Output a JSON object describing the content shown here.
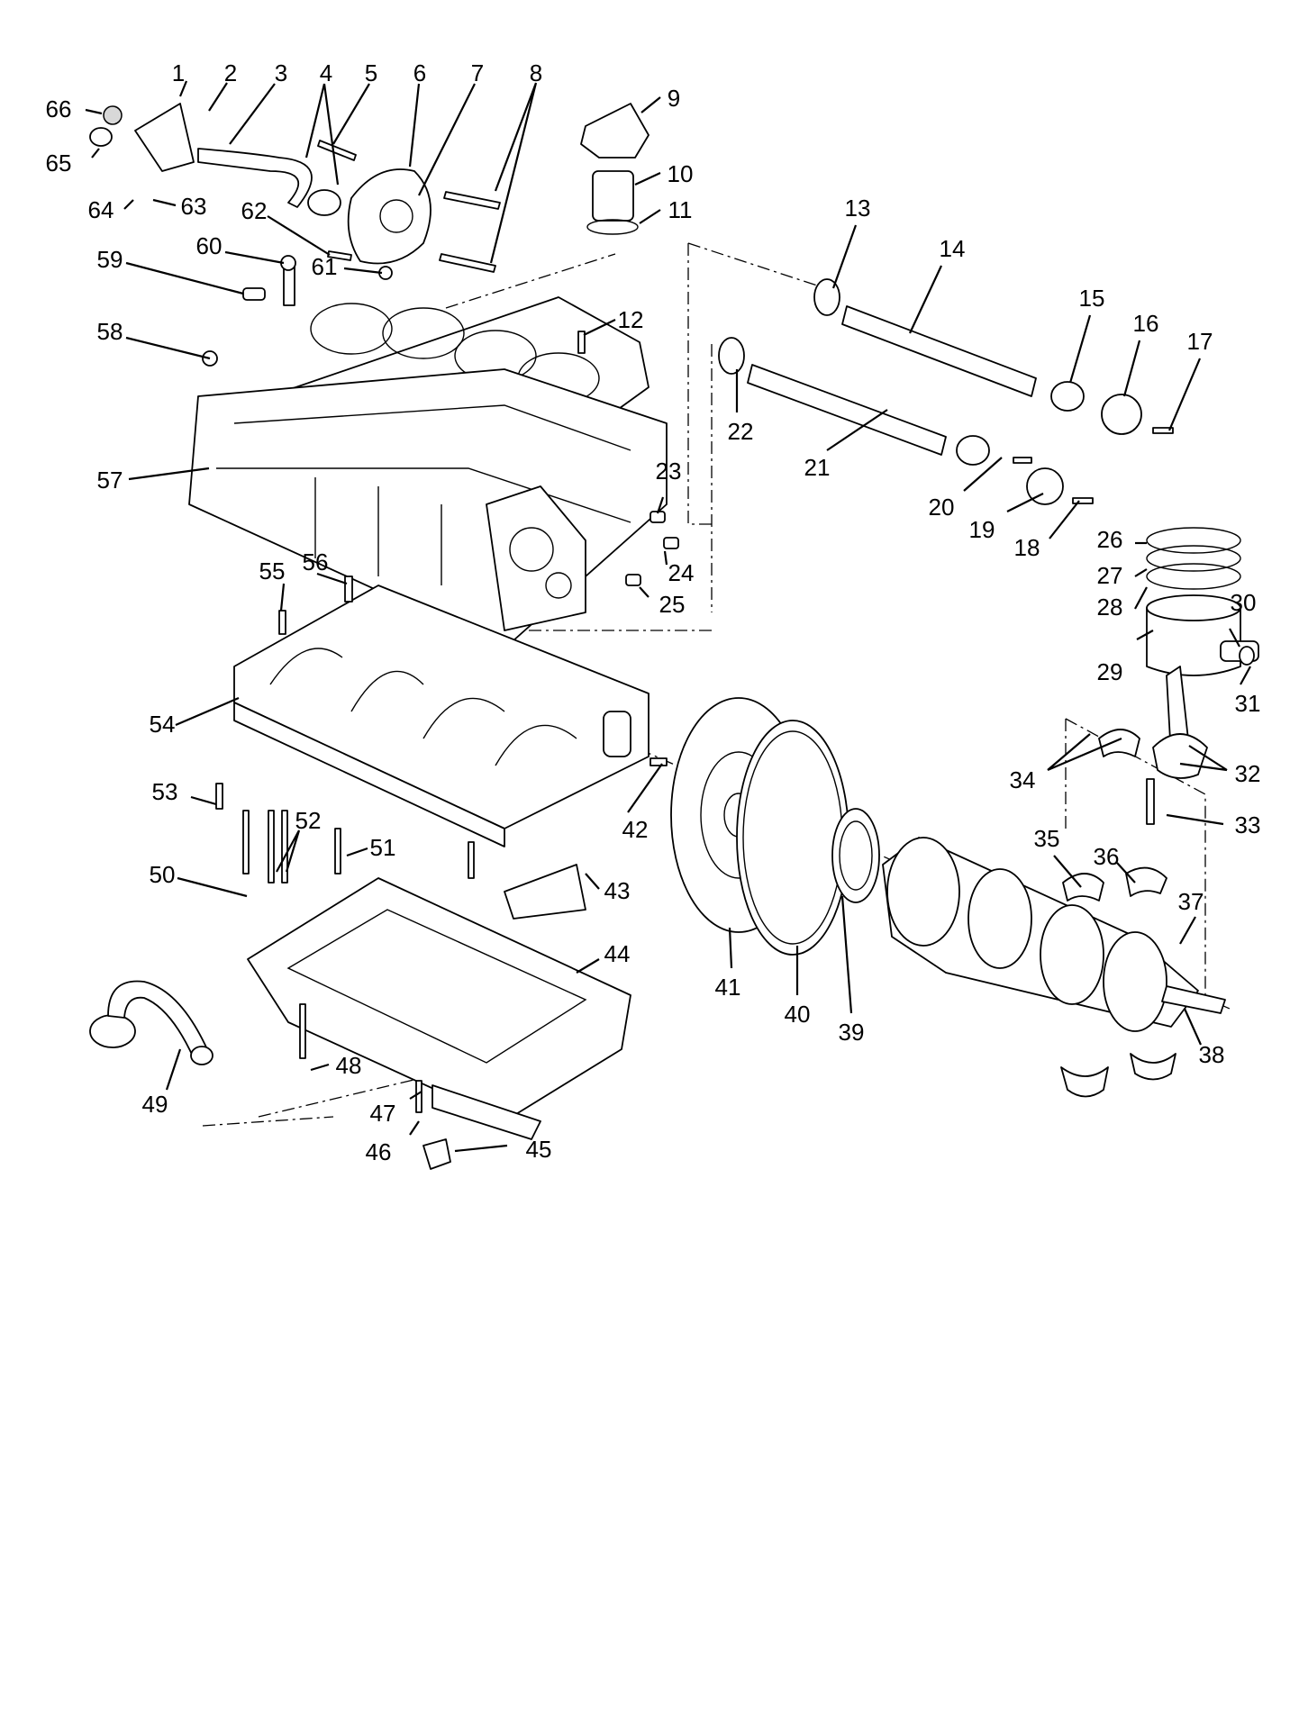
{
  "callouts": [
    "1",
    "2",
    "3",
    "4",
    "5",
    "6",
    "7",
    "8",
    "9",
    "10",
    "11",
    "12",
    "13",
    "14",
    "15",
    "16",
    "17",
    "18",
    "19",
    "20",
    "21",
    "22",
    "23",
    "24",
    "25",
    "26",
    "27",
    "28",
    "29",
    "30",
    "31",
    "32",
    "33",
    "34",
    "35",
    "36",
    "37",
    "38",
    "39",
    "40",
    "41",
    "42",
    "43",
    "44",
    "45",
    "46",
    "47",
    "48",
    "49",
    "50",
    "51",
    "52",
    "53",
    "54",
    "55",
    "56",
    "57",
    "58",
    "59",
    "60",
    "61",
    "62",
    "63",
    "64",
    "65",
    "66"
  ]
}
